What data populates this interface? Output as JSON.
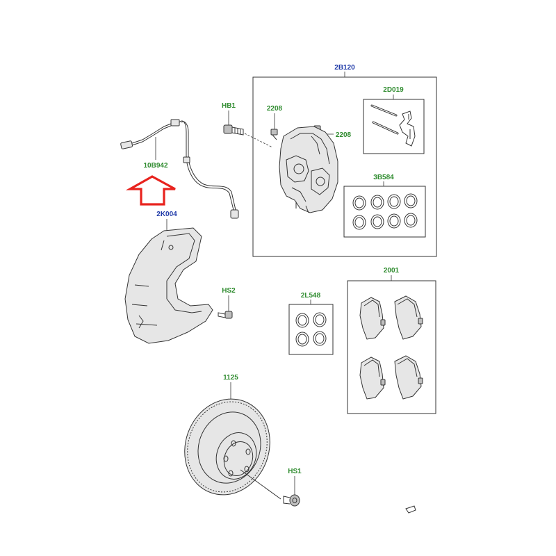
{
  "labels": {
    "caliper_assembly": "2B120",
    "guide_pins": "2D019",
    "caliper_bolt": "HB1",
    "bleed_screw_left": "2208",
    "bleed_screw_right": "2208",
    "caliper_seal_kit": "3B584",
    "wear_sensor": "10B942",
    "splash_shield": "2K004",
    "shield_bolt": "HS2",
    "piston_seal_kit": "2L548",
    "pad_set": "2001",
    "brake_disc": "1125",
    "disc_screw": "HS1"
  },
  "colors": {
    "assembly_label": "#1f3aa8",
    "component_label": "#2e8b2e",
    "highlight_arrow": "#e8231e",
    "line_art": "#333333"
  },
  "highlight": {
    "target": "10B942",
    "icon": "up-arrow-outline-icon"
  }
}
